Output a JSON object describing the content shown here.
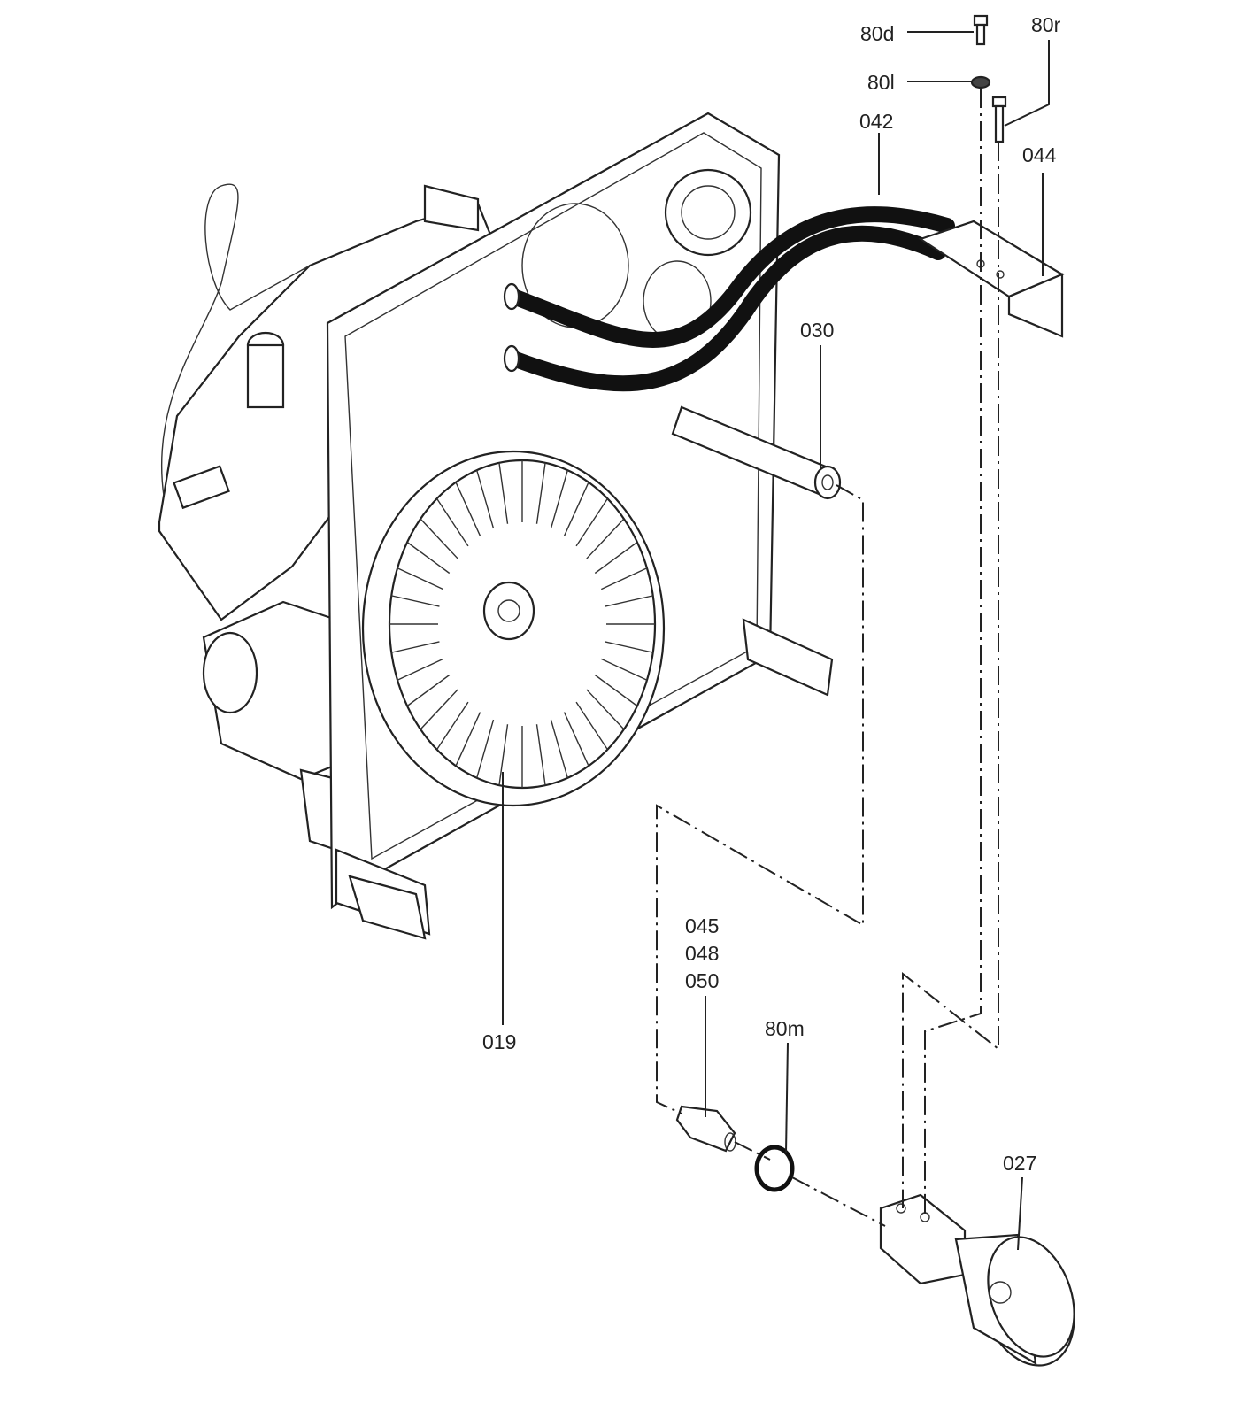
{
  "diagram": {
    "type": "exploded parts diagram",
    "labels": {
      "p80d": "80d",
      "p80r": "80r",
      "p80l": "80l",
      "p042": "042",
      "p044": "044",
      "p030": "030",
      "p019": "019",
      "p045": "045",
      "p048": "048",
      "p050": "050",
      "p80m": "80m",
      "p027": "027"
    }
  }
}
